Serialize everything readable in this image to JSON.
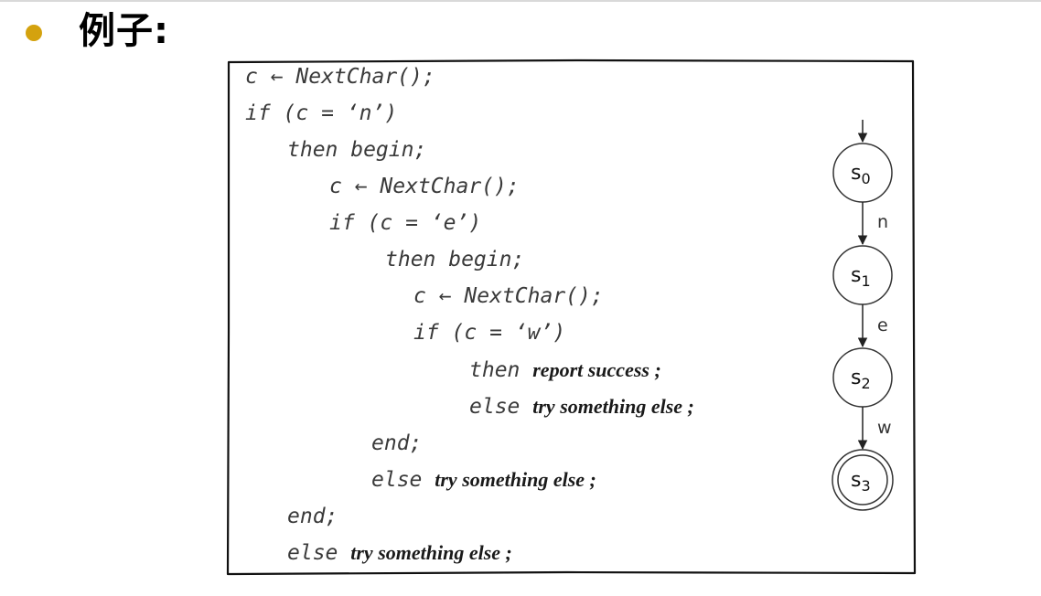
{
  "slide": {
    "heading": "例子:",
    "accent_color": "#d4a20e"
  },
  "code": {
    "lines": [
      {
        "kw": "c ← NextChar();",
        "prose": ""
      },
      {
        "kw": "if (c = ‘n’)",
        "prose": ""
      },
      {
        "kw": "then begin;",
        "prose": ""
      },
      {
        "kw": "c ← NextChar();",
        "prose": ""
      },
      {
        "kw": "if (c = ‘e’)",
        "prose": ""
      },
      {
        "kw": "then begin;",
        "prose": ""
      },
      {
        "kw": "c ← NextChar();",
        "prose": ""
      },
      {
        "kw": "if (c = ‘w’)",
        "prose": ""
      },
      {
        "kw": "then ",
        "prose": "report success ;"
      },
      {
        "kw": "else ",
        "prose": "try something else ;"
      },
      {
        "kw": "end;",
        "prose": ""
      },
      {
        "kw": "else ",
        "prose": "try something else ;"
      },
      {
        "kw": "end;",
        "prose": ""
      },
      {
        "kw": "else ",
        "prose": "try something else ;"
      }
    ]
  },
  "fsm": {
    "states": [
      {
        "name": "s",
        "sub": "0",
        "accepting": false
      },
      {
        "name": "s",
        "sub": "1",
        "accepting": false
      },
      {
        "name": "s",
        "sub": "2",
        "accepting": false
      },
      {
        "name": "s",
        "sub": "3",
        "accepting": true
      }
    ],
    "transitions": [
      "n",
      "e",
      "w"
    ]
  }
}
